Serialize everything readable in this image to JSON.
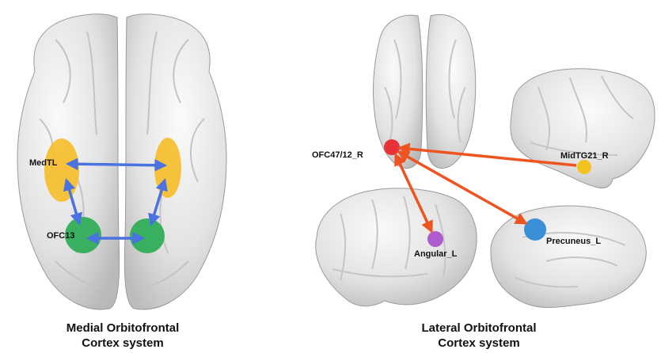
{
  "colors": {
    "brain": "#e6e6e6",
    "medtl": "#f7be2b",
    "ofc13": "#2fae5a",
    "arrow_blue": "#4a72e0",
    "arrow_orange": "#ee5420",
    "ofc47": "#e8323a",
    "midtg21": "#f2c21f",
    "angular": "#b05ccf",
    "precuneus": "#3a8fd6"
  },
  "medial": {
    "labels": {
      "medtl": "MedTL",
      "ofc13": "OFC13"
    },
    "caption": {
      "line1": "Medial Orbitofrontal",
      "line2": "Cortex system"
    }
  },
  "lateral": {
    "labels": {
      "ofc47": "OFC47/12_R",
      "midtg21": "MidTG21_R",
      "angular": "Angular_L",
      "precuneus": "Precuneus_L"
    },
    "caption": {
      "line1": "Lateral Orbitofrontal",
      "line2": "Cortex system"
    }
  }
}
